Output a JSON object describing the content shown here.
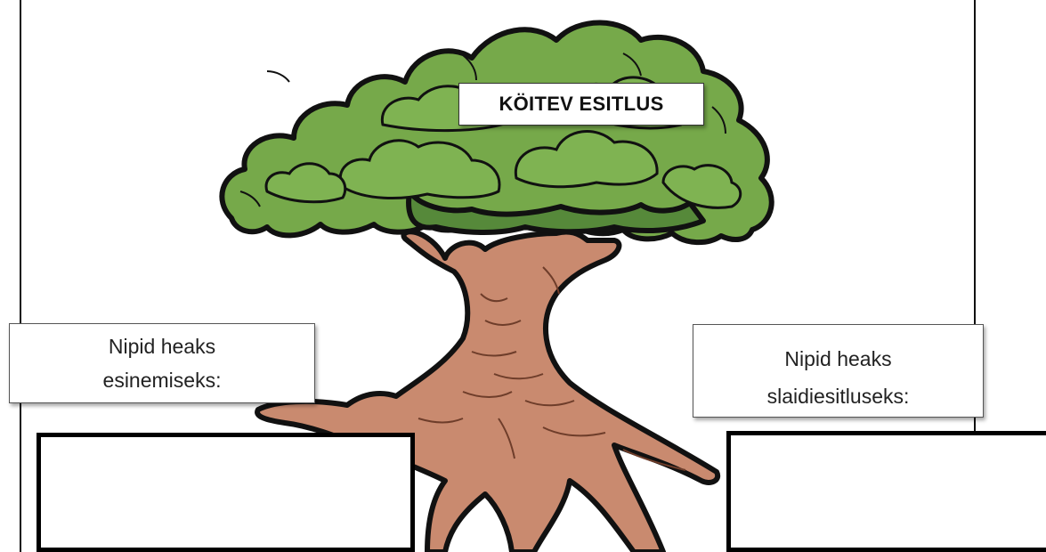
{
  "title": "KÖITEV ESITLUS",
  "left_label": {
    "line1": "Nipid heaks",
    "line2": "esinemiseks:"
  },
  "right_label": {
    "line1": "Nipid heaks",
    "line2": "slaidiesitluseks:"
  },
  "colors": {
    "foliage": "#76a94a",
    "foliage_shade": "#56893a",
    "trunk": "#c98a6f",
    "outline": "#111111"
  },
  "icons": [
    "tree-illustration"
  ]
}
